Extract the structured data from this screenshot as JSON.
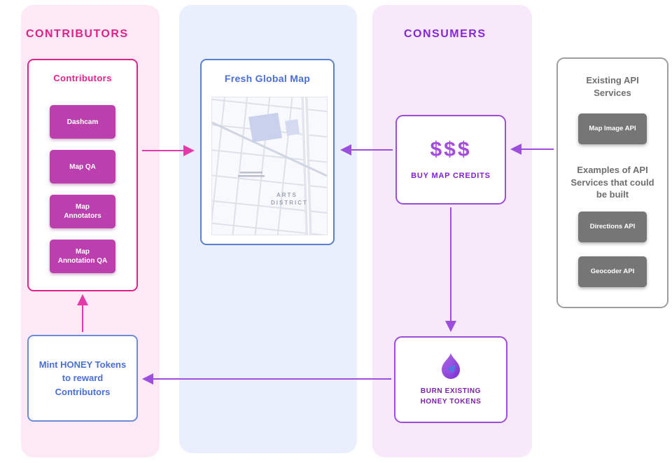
{
  "colors": {
    "contributors_accent": "#e0218a",
    "contributor_button": "#bc3fae",
    "consumers_accent": "#8627d8",
    "map_accent": "#4a6fd4",
    "api_gray": "#6f6f6f",
    "panel_pink": "#fce9f5",
    "panel_blue": "#e9effc",
    "panel_purple": "#f7e8fa",
    "arrow_pink": "#e23ba9",
    "arrow_purple": "#9d4edd"
  },
  "contributors": {
    "panel_title": "CONTRIBUTORS",
    "card_title": "Contributors",
    "roles": [
      "Dashcam",
      "Map QA",
      "Map Annotators",
      "Map Annotation QA"
    ],
    "mint_label": "Mint HONEY Tokens to reward Contributors"
  },
  "map": {
    "card_title": "Fresh Global Map",
    "label_line1": "ARTS",
    "label_line2": "DISTRICT"
  },
  "consumers": {
    "panel_title": "CONSUMERS",
    "buy_symbol": "$$$",
    "buy_label": "BUY MAP CREDITS",
    "burn_label": "BURN EXISTING HONEY TOKENS"
  },
  "api": {
    "title": "Existing API Services",
    "existing_service": "Map Image API",
    "examples_heading": "Examples of API Services that could be built",
    "example_services": [
      "Directions API",
      "Geocoder API"
    ]
  }
}
